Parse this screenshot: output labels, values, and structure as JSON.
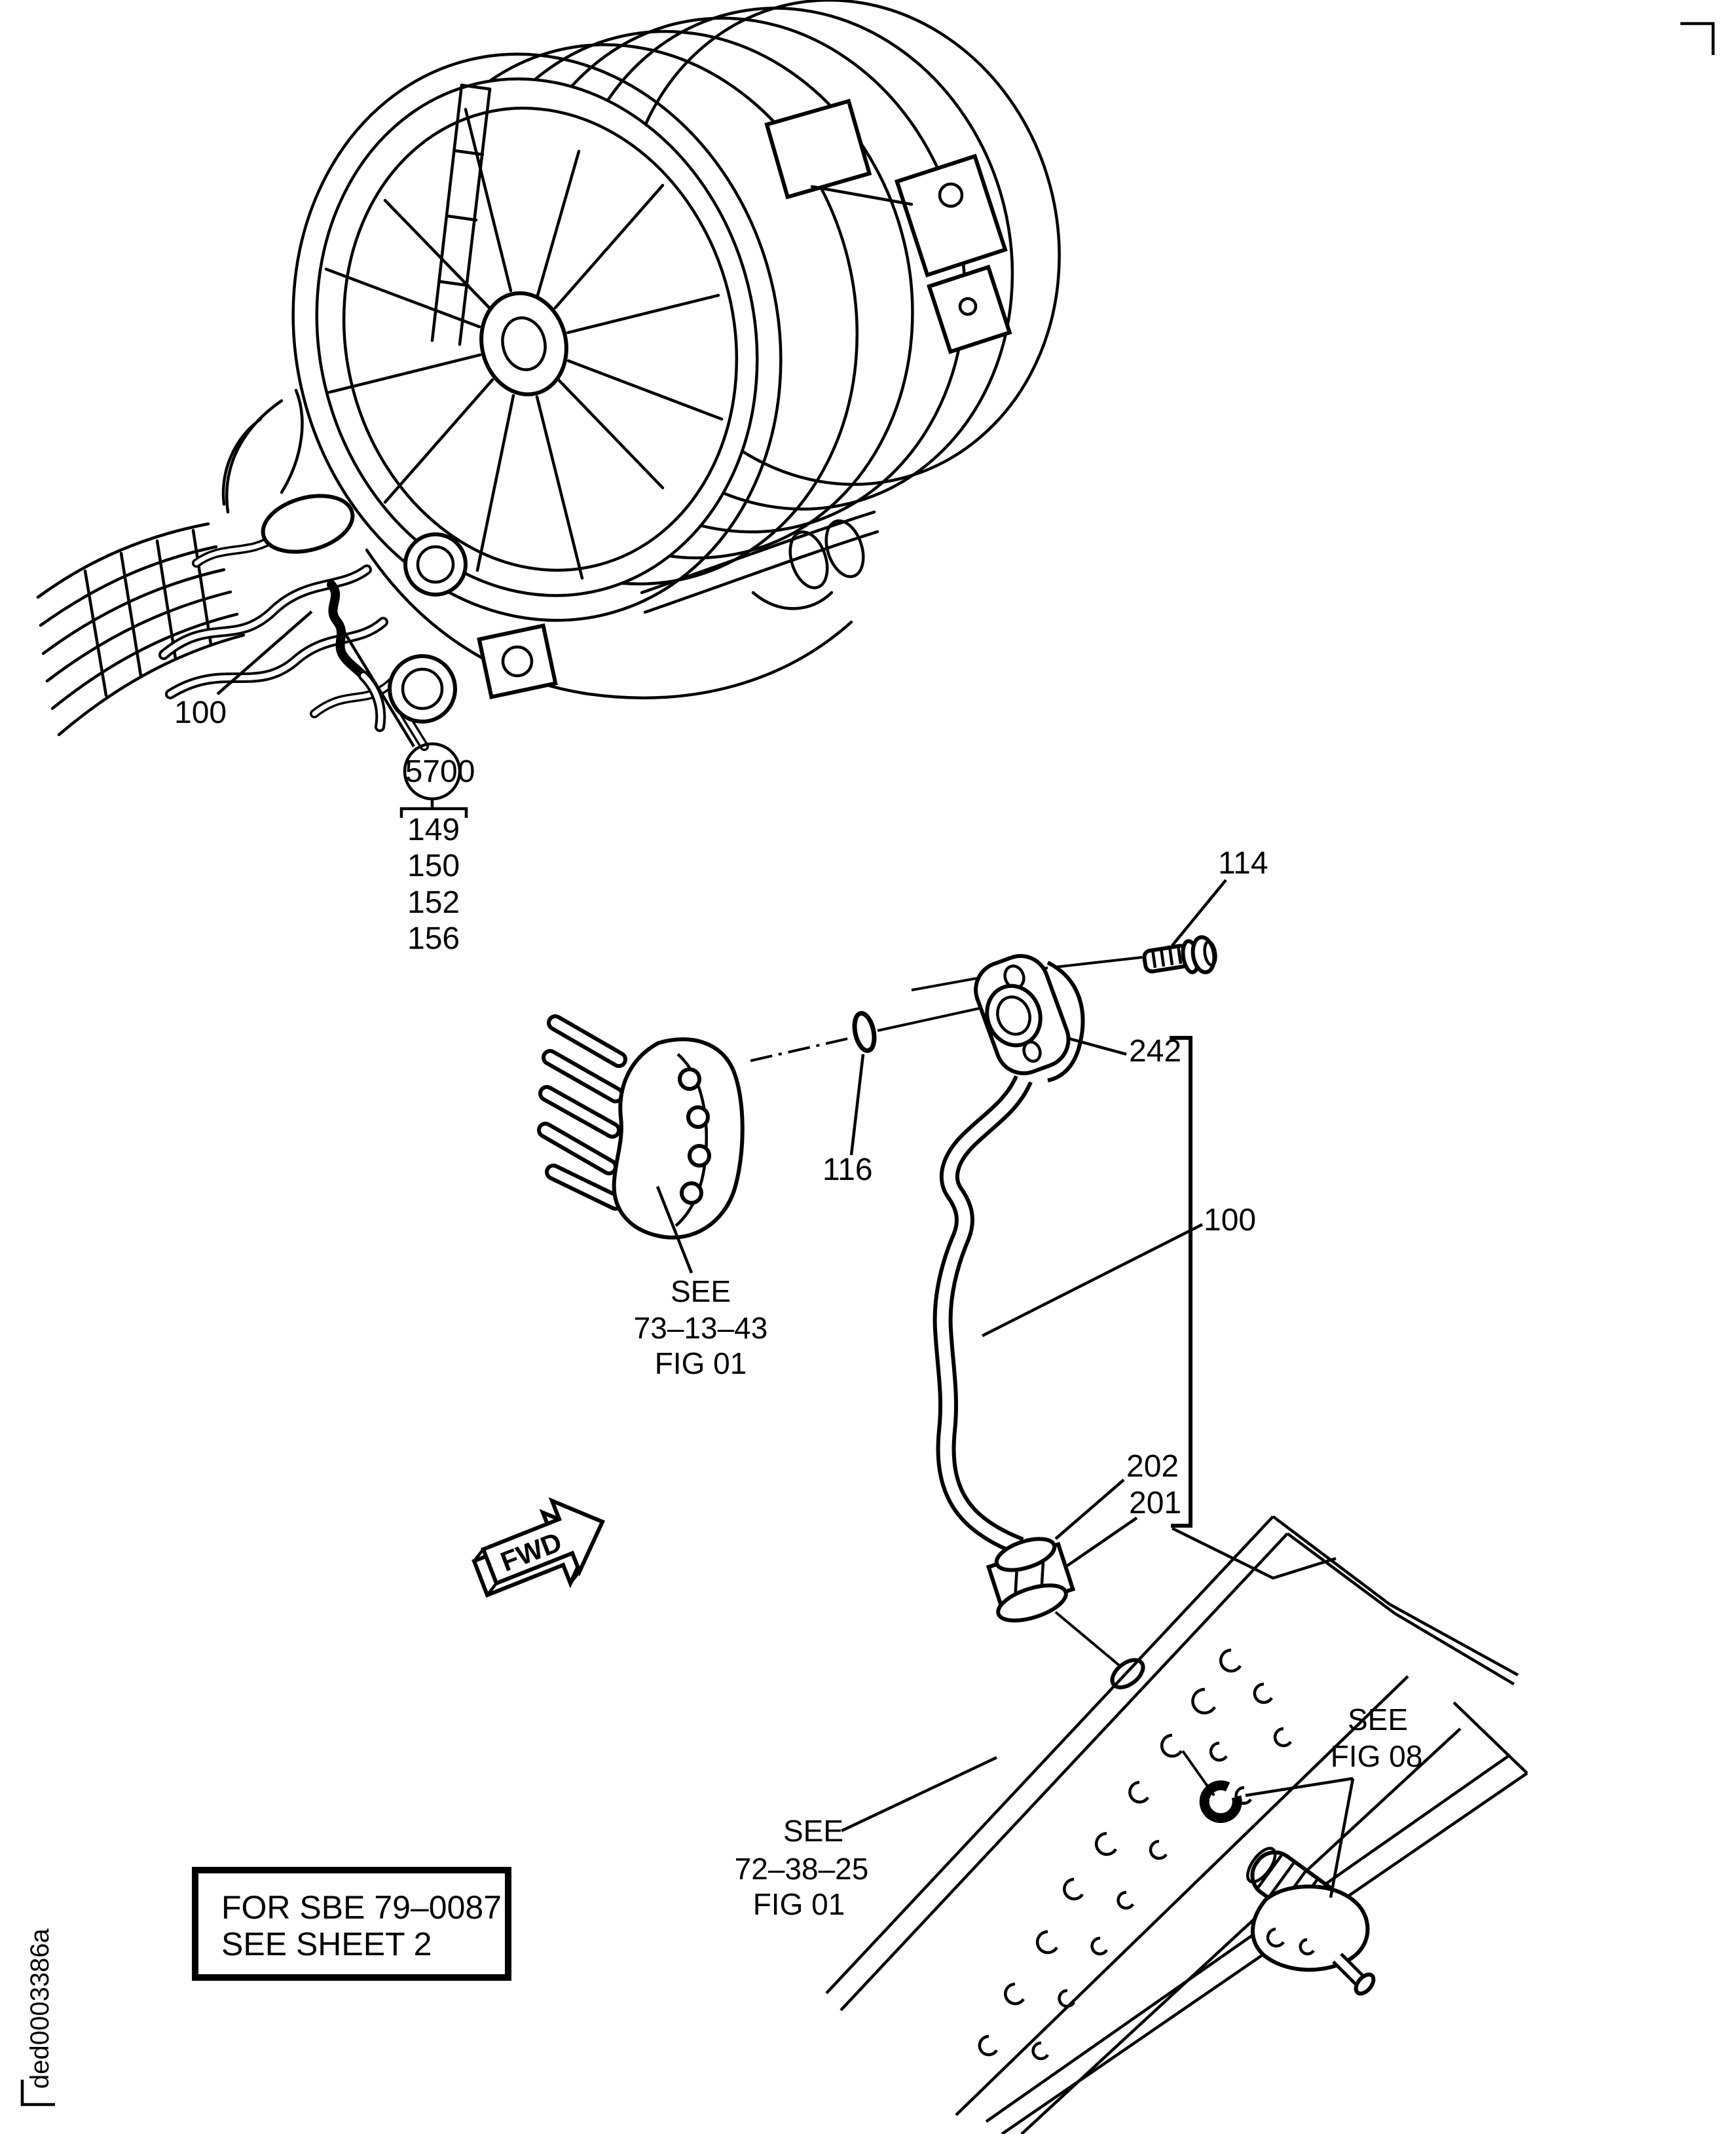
{
  "colors": {
    "ink": "#000000",
    "paper": "#ffffff"
  },
  "callouts": {
    "engine_hose": "100",
    "circle": "5700",
    "index_list": [
      "149",
      "150",
      "152",
      "156"
    ],
    "bolt": "114",
    "packing": "116",
    "flange": "242",
    "tube": "100",
    "seal": "202",
    "nut": "201"
  },
  "references": {
    "gearbox": {
      "see": "SEE",
      "chapter": "73–13–43",
      "fig": "FIG 01"
    },
    "firewall": {
      "see": "SEE",
      "chapter": "72–38–25",
      "fig": "FIG 01"
    },
    "valve": {
      "see": "SEE",
      "fig": "FIG 08"
    }
  },
  "fwd_arrow": {
    "label": "FWD"
  },
  "note_box": {
    "line1": "FOR SBE 79–0087",
    "line2": "SEE SHEET 2"
  },
  "doc_id": "ded0003386a"
}
